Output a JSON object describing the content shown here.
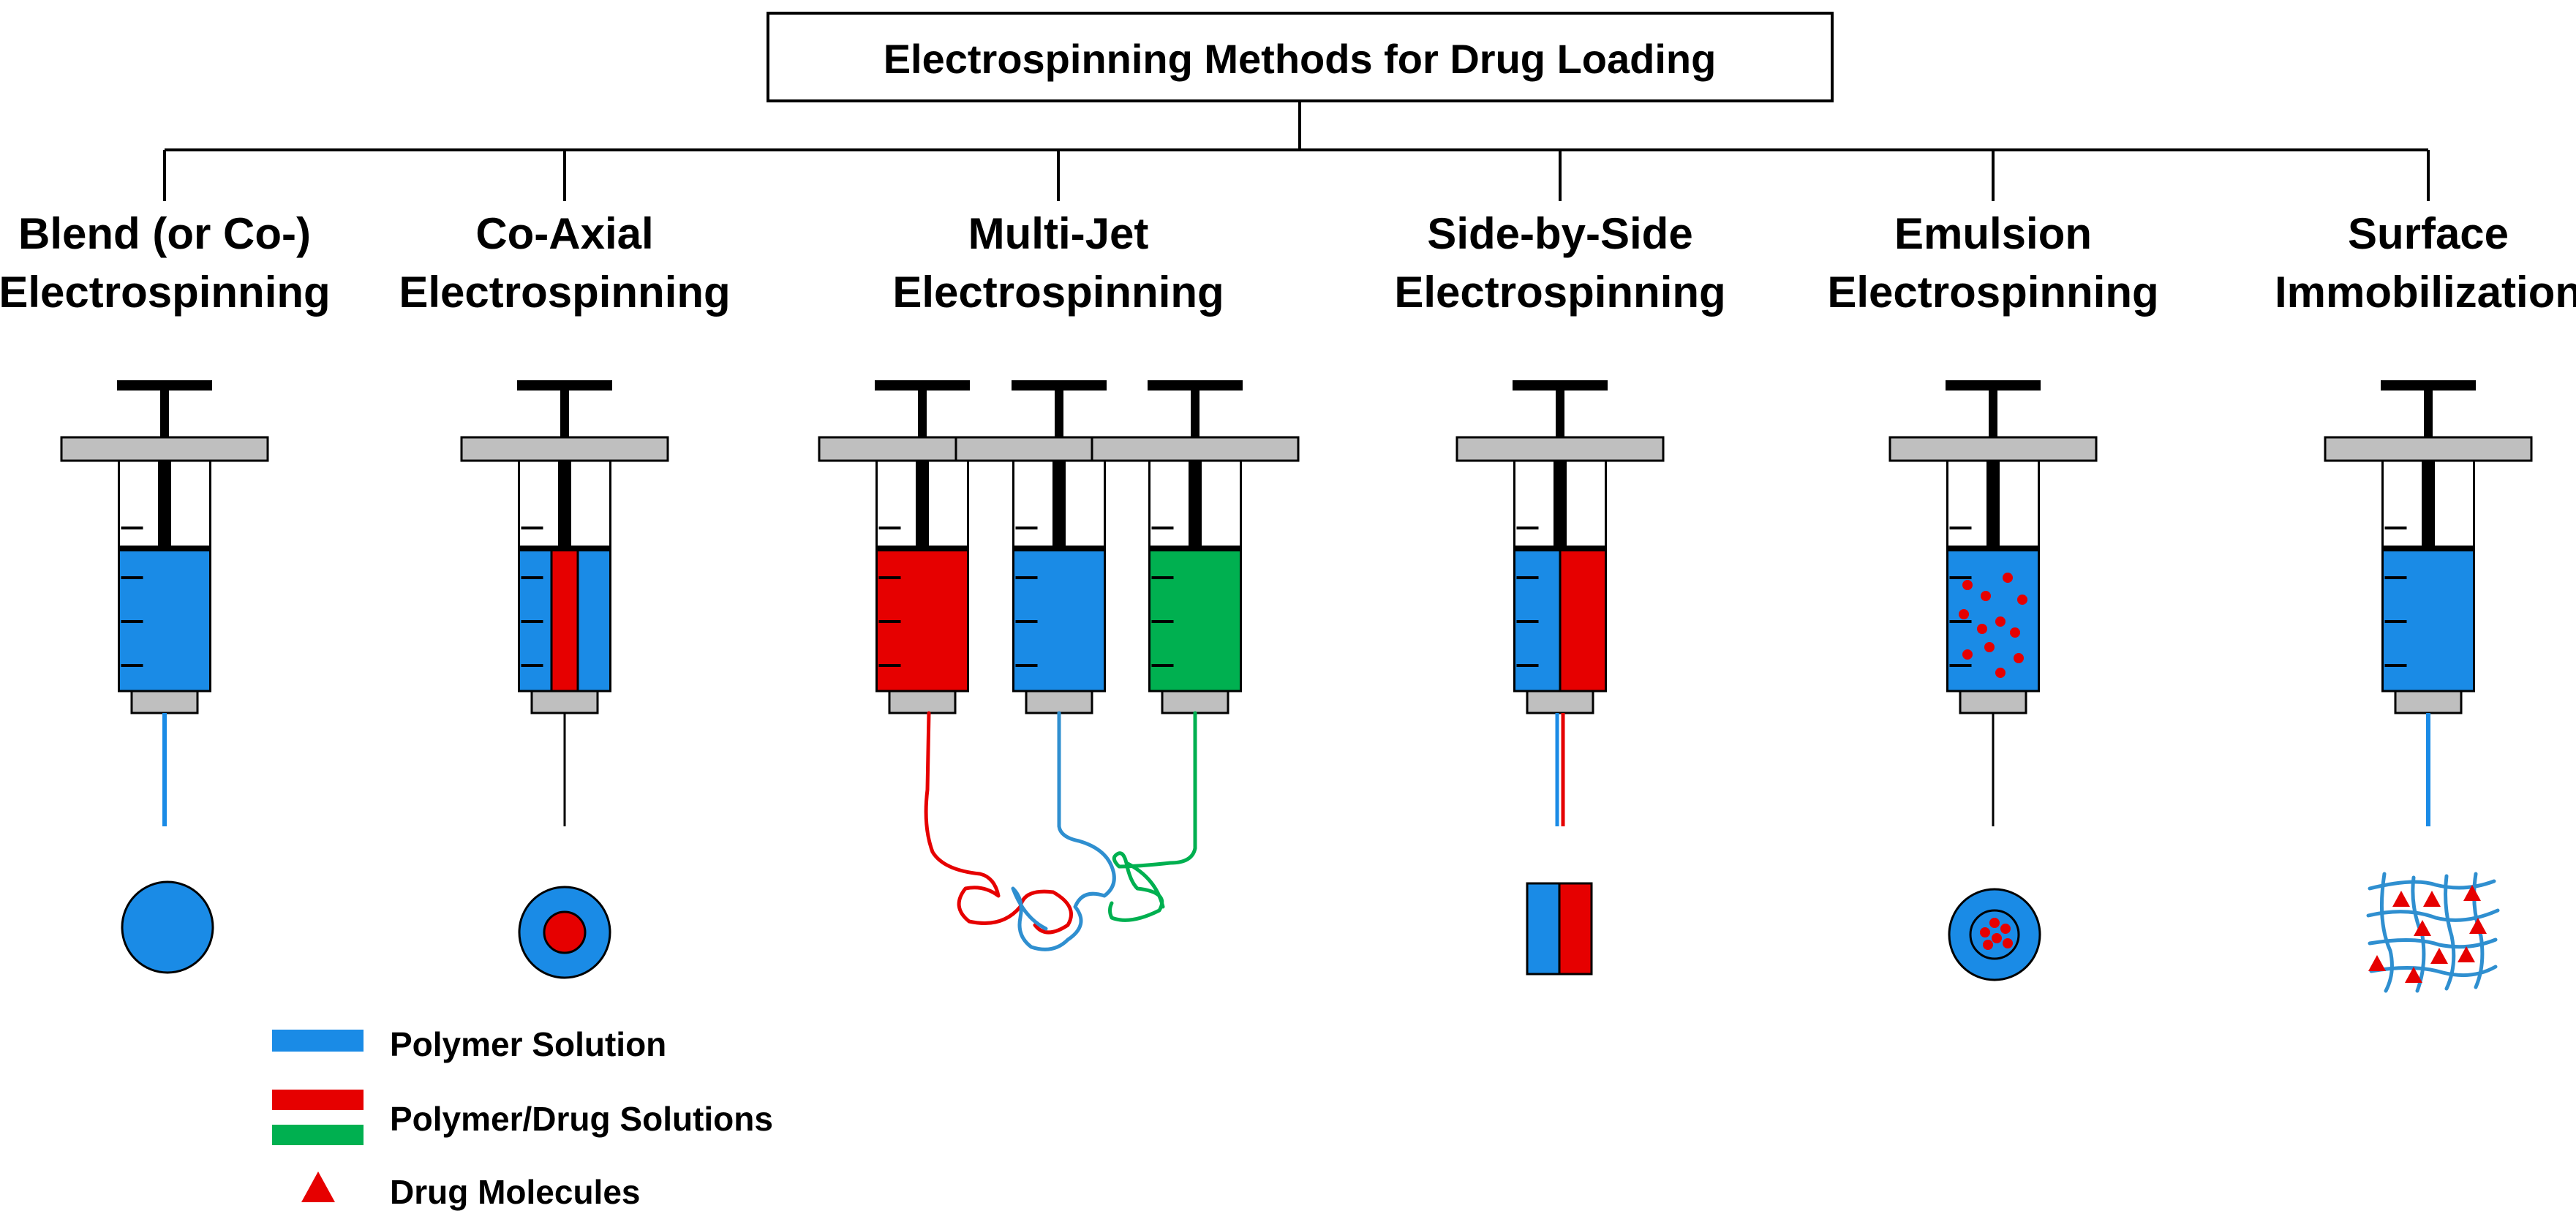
{
  "title": "Electrospinning Methods for Drug Loading",
  "methods": [
    {
      "line1": "Blend (or Co-)",
      "line2": "Electrospinning"
    },
    {
      "line1": "Co-Axial",
      "line2": "Electrospinning"
    },
    {
      "line1": "Multi-Jet",
      "line2": "Electrospinning"
    },
    {
      "line1": "Side-by-Side",
      "line2": "Electrospinning"
    },
    {
      "line1": "Emulsion",
      "line2": "Electrospinning"
    },
    {
      "line1": "Surface",
      "line2": "Immobilization"
    }
  ],
  "legend": {
    "polymer_solution": "Polymer Solution",
    "polymer_drug_solutions": "Polymer/Drug Solutions",
    "drug_molecules": "Drug Molecules"
  },
  "colors": {
    "polymer": "#1a8be6",
    "drug_red": "#e60000",
    "drug_green": "#00b050",
    "plunger_gray": "#bfbfbf",
    "outline": "#000000"
  }
}
